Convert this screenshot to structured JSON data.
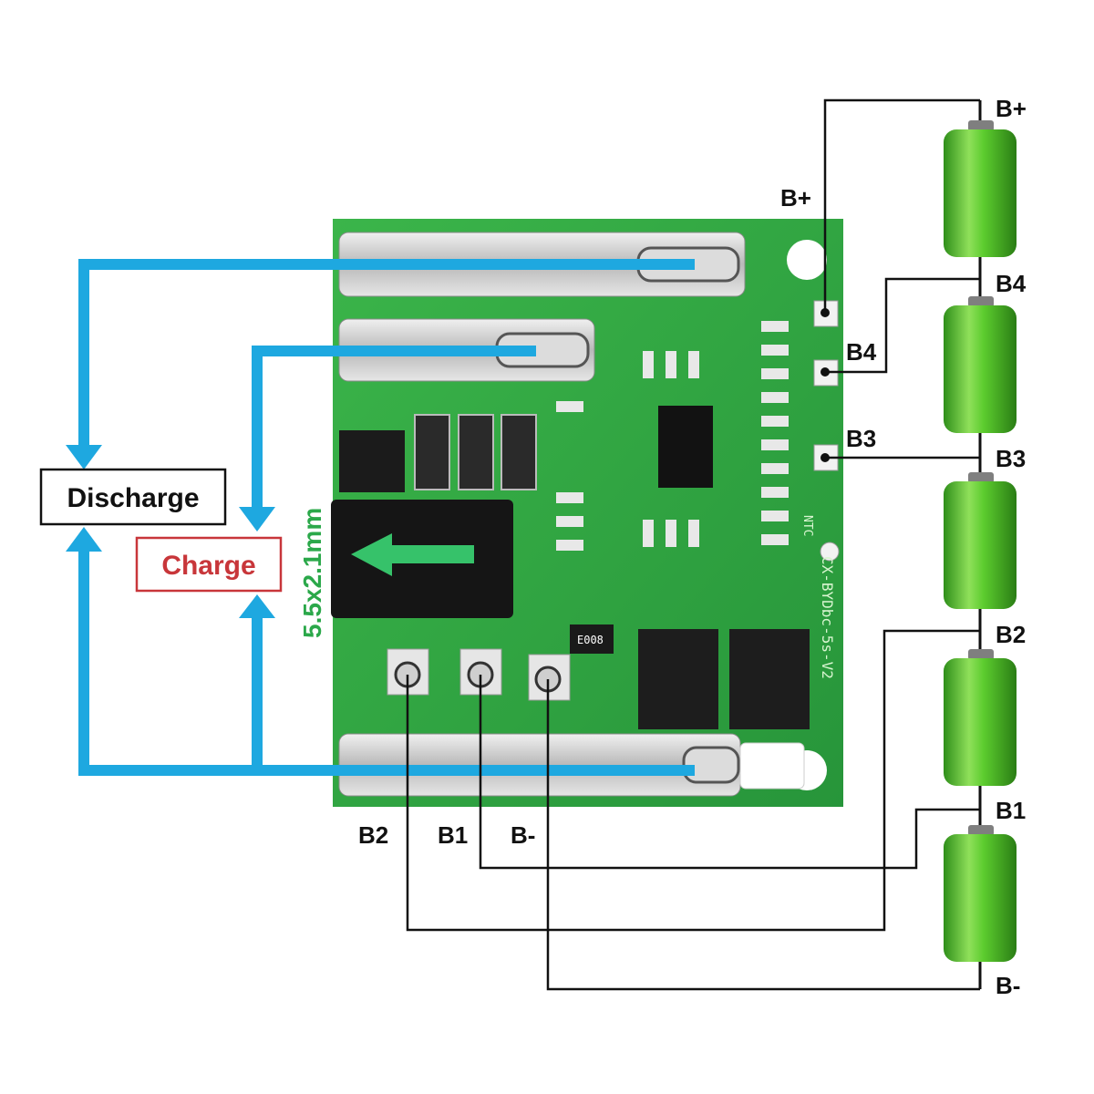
{
  "labels": {
    "discharge": "Discharge",
    "charge": "Charge",
    "connector_size": "5.5x2.1mm",
    "pcb_model": "CX-BYDbc-5s-V2",
    "pcb_ntc": "NTC",
    "chip_marking": "E008",
    "board_pad_bplus": "B+",
    "board_pad_b4": "B4",
    "board_pad_b3": "B3",
    "bottom_b2": "B2",
    "bottom_b1": "B1",
    "bottom_bminus": "B-"
  },
  "cell_labels": [
    "B+",
    "B4",
    "B3",
    "B2",
    "B1",
    "B-"
  ],
  "colors": {
    "arrow_blue": "#1ea8e0",
    "pcb_green": "#2fa83e",
    "charge_red": "#c8363a",
    "battery_green": "#4cbf2a"
  }
}
